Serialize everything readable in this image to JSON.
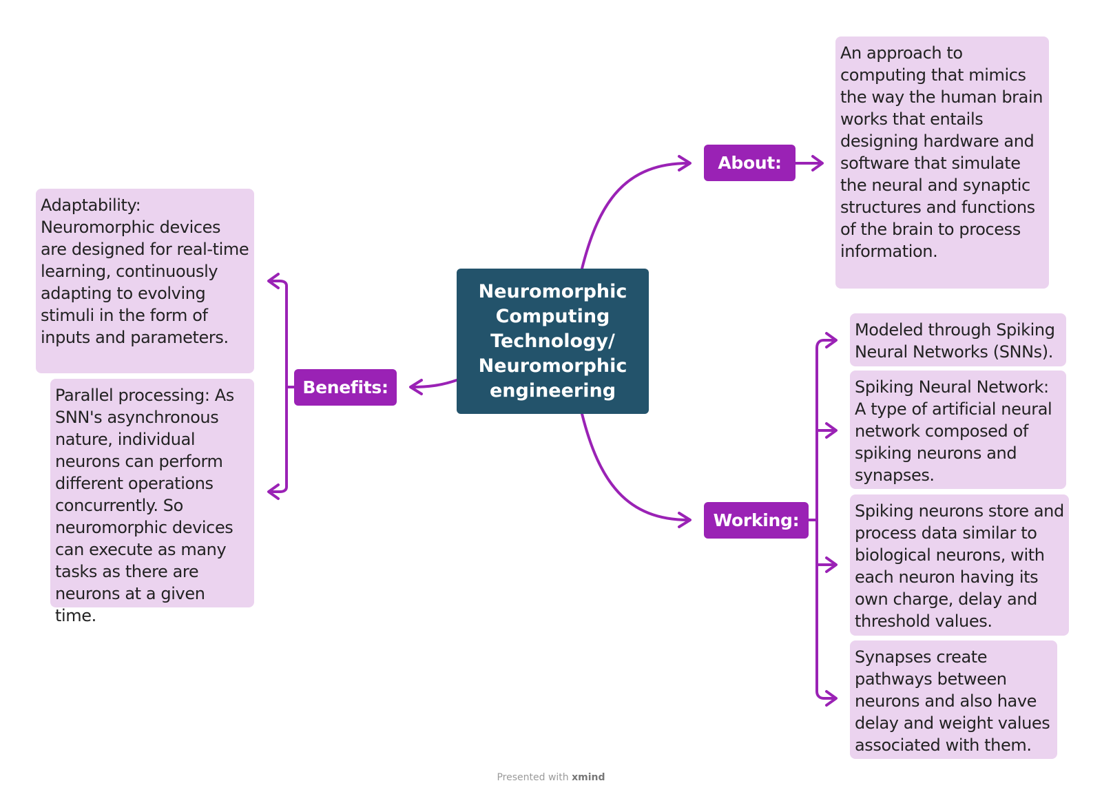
{
  "central_topic": "Neuromorphic Computing Technology/ Neuromorphic engineering",
  "branches": {
    "about": {
      "label": "About:",
      "notes": [
        "An approach to computing that mimics the way the human brain works that entails designing hardware and software that simulate the neural and synaptic structures and functions of the brain to process information."
      ]
    },
    "benefits": {
      "label": "Benefits:",
      "notes": [
        "Adaptability: Neuromorphic devices are designed for real-time learning, continuously adapting to evolving stimuli in the form of inputs and parameters.",
        "Parallel processing: As SNN's asynchronous nature, individual neurons can perform different operations concurrently. So neuromorphic devices can execute as many tasks as there are neurons at a given time."
      ]
    },
    "working": {
      "label": "Working:",
      "notes": [
        "Modeled through Spiking Neural Networks (SNNs).",
        "Spiking Neural Network: A type of artificial neural network composed of spiking neurons and synapses.",
        "Spiking neurons store and process data similar to biological neurons, with each neuron having its own charge, delay and threshold values.",
        "Synapses create pathways between neurons and also have delay and weight values associated with them."
      ]
    }
  },
  "footer": {
    "prefix": "Presented with",
    "brand": "xmind"
  },
  "colors": {
    "central": "#23536b",
    "branch": "#9a22b5",
    "note": "#ebd3ef",
    "connector": "#9a22b5"
  }
}
